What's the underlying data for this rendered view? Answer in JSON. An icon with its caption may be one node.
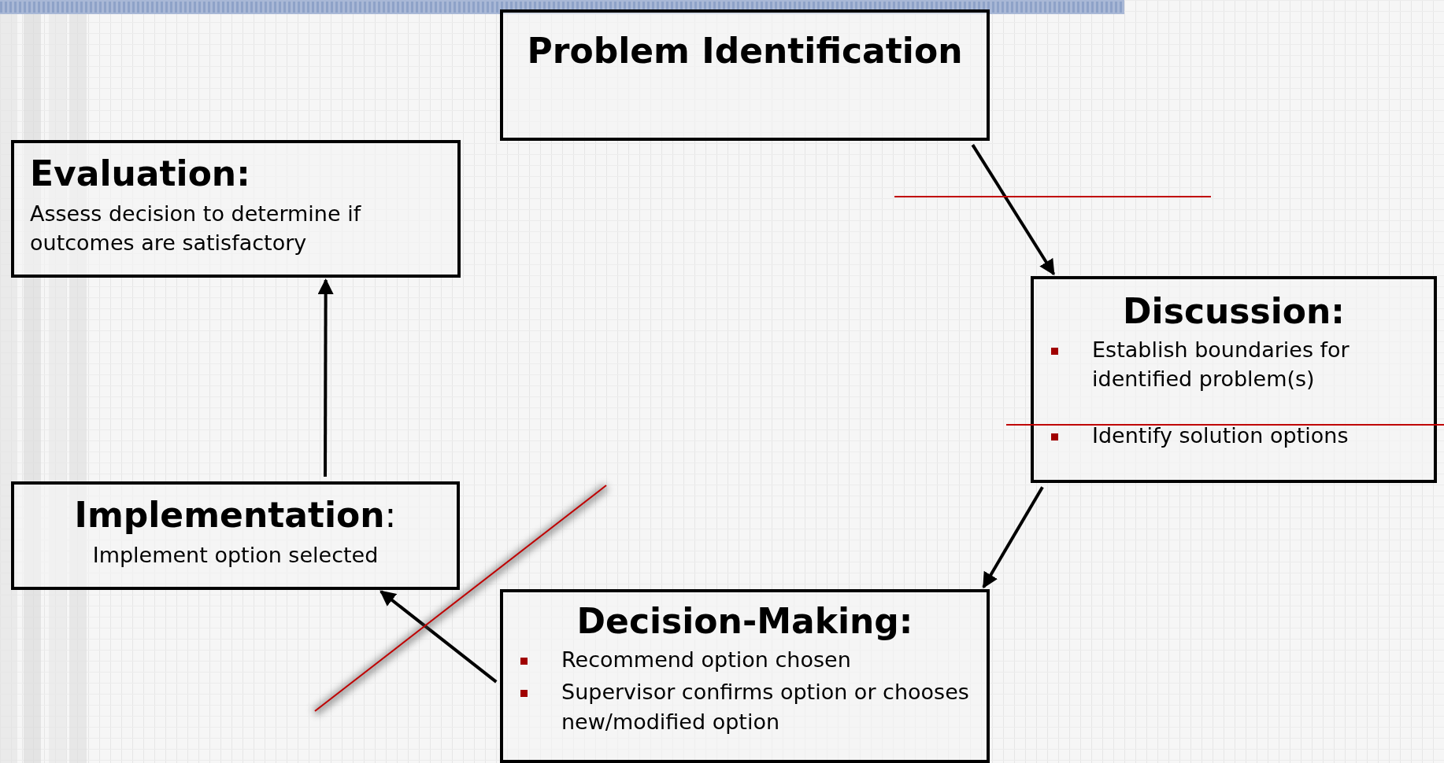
{
  "diagram": {
    "nodes": [
      {
        "text": [
          "Problem Identification"
        ]
      },
      {
        "text": [
          "Evaluation:",
          "Assess decision to determine if outcomes are satisfactory"
        ]
      },
      {
        "text": [
          "Discussion:",
          "Establish boundaries for identified problem(s)",
          "Identify solution options"
        ]
      },
      {
        "text": [
          "**Implementation**:",
          "Implement option selected"
        ]
      },
      {
        "text": [
          "Decision-Making:",
          "Recommend option chosen",
          "Supervisor confirms option or chooses new/modified option"
        ]
      }
    ],
    "edges": [
      {
        "from": 0,
        "to": 2,
        "arrow": "to"
      },
      {
        "from": 2,
        "to": 4,
        "arrow": "to"
      },
      {
        "from": 4,
        "to": 3,
        "arrow": "to"
      },
      {
        "from": 3,
        "to": 1,
        "arrow": "to"
      }
    ]
  }
}
